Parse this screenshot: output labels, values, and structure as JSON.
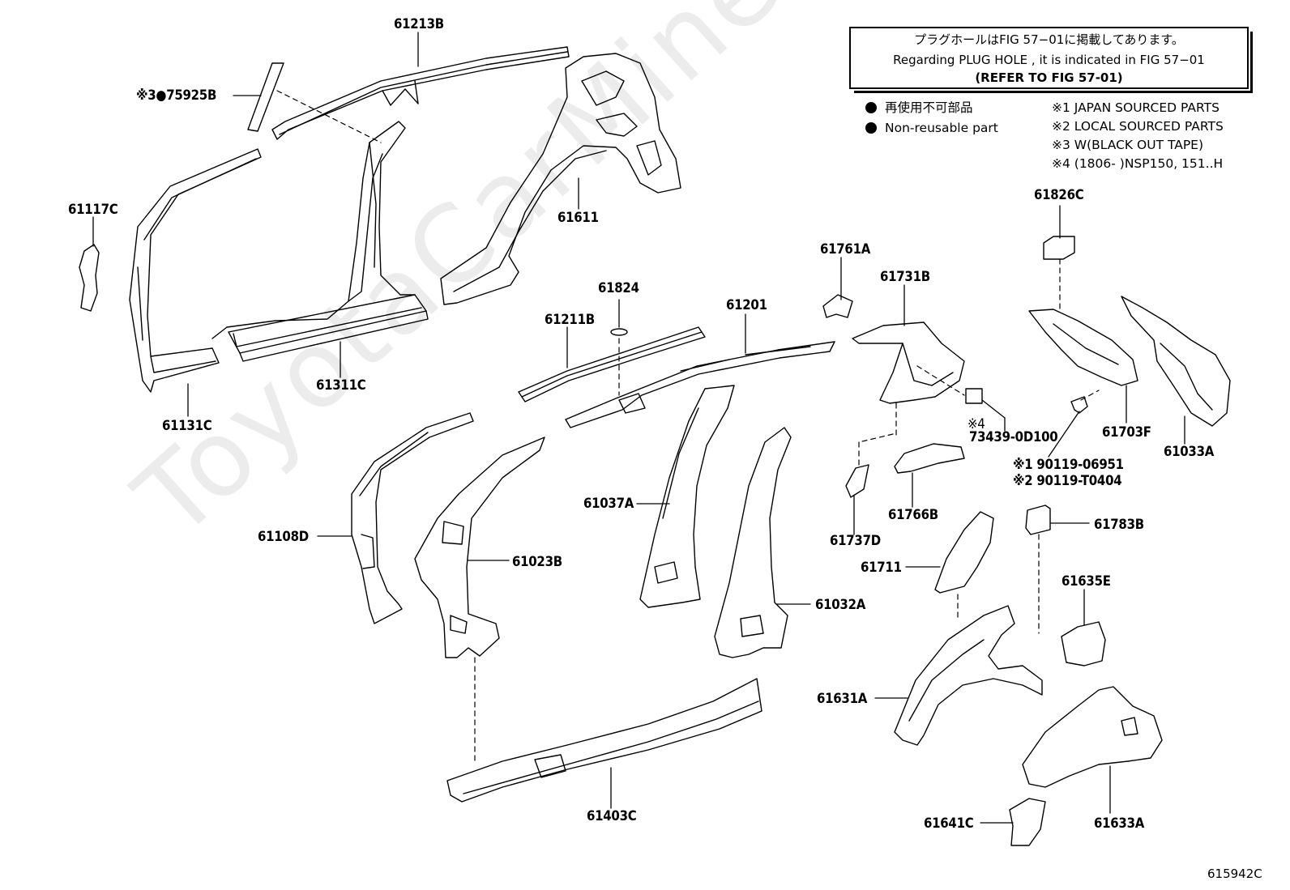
{
  "notice": {
    "line_jp": "プラグホールはFIG 57−01に掲載してあります。",
    "line_en": "Regarding PLUG HOLE , it is indicated in FIG 57−01",
    "line_ref": "(REFER TO FIG 57-01)"
  },
  "legend": {
    "nonreusable_jp": "再使用不可部品",
    "nonreusable_en": "Non-reusable part",
    "note1": "※1 JAPAN SOURCED PARTS",
    "note2": "※2 LOCAL SOURCED PARTS",
    "note3": "※3 W(BLACK OUT TAPE)",
    "note4": "※4 (1806- )NSP150, 151..H"
  },
  "watermark": "ToyotaCarMine",
  "figure_code": "615942C",
  "labels": {
    "p61213B": "61213B",
    "p75925B": "※3●75925B",
    "p61117C": "61117C",
    "p61611": "61611",
    "p61311C": "61311C",
    "p61131C": "61131C",
    "p61761A": "61761A",
    "p61731B": "61731B",
    "p61826C": "61826C",
    "p61824": "61824",
    "p61211B": "61211B",
    "p61201": "61201",
    "p61703F": "61703F",
    "p61033A": "61033A",
    "p73439": "73439-0D100",
    "p73439note": "※4",
    "p90119a": "※1 90119-06951",
    "p90119b": "※2 90119-T0404",
    "p61037A": "61037A",
    "p61108D": "61108D",
    "p61023B": "61023B",
    "p61766B": "61766B",
    "p61737D": "61737D",
    "p61783B": "61783B",
    "p61711": "61711",
    "p61635E": "61635E",
    "p61032A": "61032A",
    "p61631A": "61631A",
    "p61403C": "61403C",
    "p61641C": "61641C",
    "p61633A": "61633A"
  }
}
